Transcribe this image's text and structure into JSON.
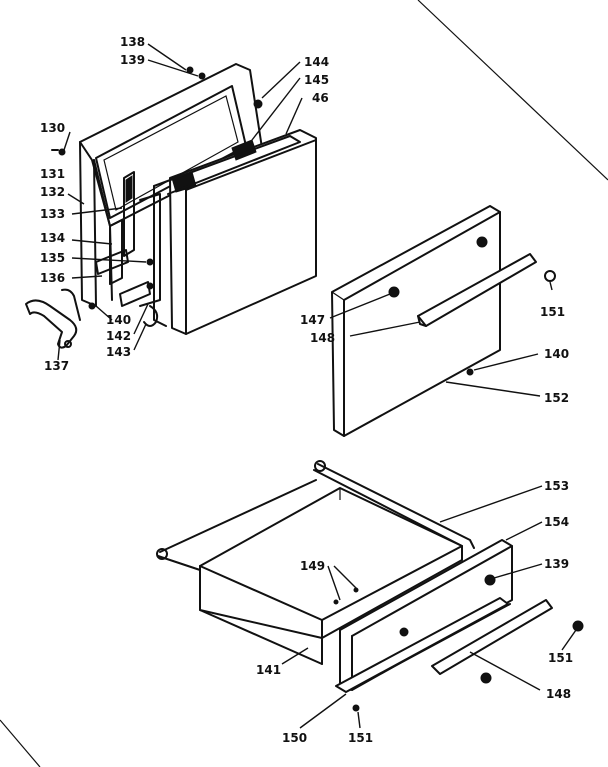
{
  "callouts": {
    "p130": "130",
    "p131": "131",
    "p132": "132",
    "p133": "133",
    "p134": "134",
    "p135": "135",
    "p136": "136",
    "p137": "137",
    "p138": "138",
    "p139_top": "139",
    "p140_left": "140",
    "p142": "142",
    "p143": "143",
    "p144": "144",
    "p145": "145",
    "p146": "46",
    "p147": "147",
    "p148_front": "148",
    "p151_front": "151",
    "p140_front": "140",
    "p152": "152",
    "p153": "153",
    "p154": "154",
    "p139_drawer": "139",
    "p149": "149",
    "p141": "141",
    "p151_right": "151",
    "p148_bottom": "148",
    "p150": "150",
    "p151_bottom": "151"
  }
}
